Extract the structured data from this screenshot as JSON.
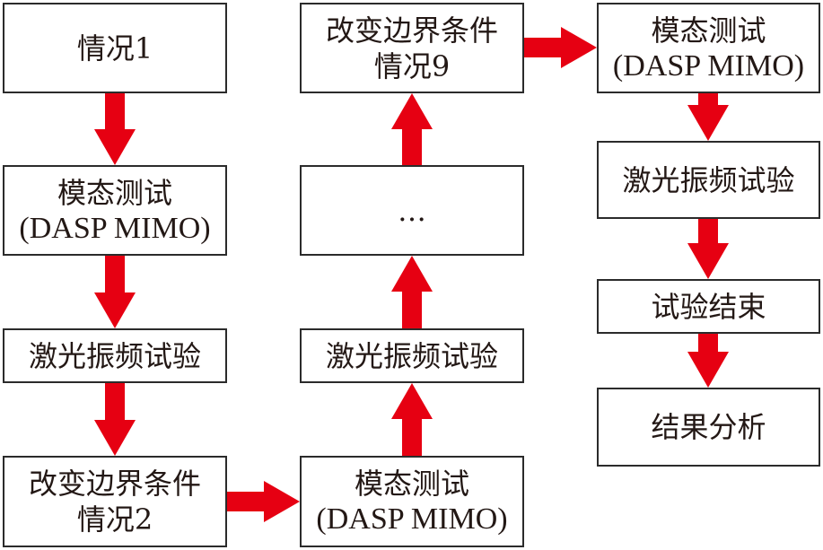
{
  "colors": {
    "arrow": "#e60012",
    "border": "#2b2b2b",
    "text": "#231815"
  },
  "column1": {
    "case1": {
      "line1": "情况1"
    },
    "modal_test": {
      "line1": "模态测试",
      "line2": "(DASP MIMO)"
    },
    "laser_vibration": {
      "line1": "激光振频试验"
    },
    "change_boundary": {
      "line1": "改变边界条件",
      "line2": "情况2"
    }
  },
  "column2": {
    "change_boundary": {
      "line1": "改变边界条件",
      "line2": "情况9"
    },
    "ellipsis": {
      "line1": "…"
    },
    "laser_vibration": {
      "line1": "激光振频试验"
    },
    "modal_test": {
      "line1": "模态测试",
      "line2": "(DASP MIMO)"
    }
  },
  "column3": {
    "modal_test": {
      "line1": "模态测试",
      "line2": "(DASP MIMO)"
    },
    "laser_vibration": {
      "line1": "激光振频试验"
    },
    "test_end": {
      "line1": "试验结束"
    },
    "result_analysis": {
      "line1": "结果分析"
    }
  },
  "arrows": [
    {
      "from": "column1.case1",
      "to": "column1.modal_test",
      "direction": "down"
    },
    {
      "from": "column1.modal_test",
      "to": "column1.laser_vibration",
      "direction": "down"
    },
    {
      "from": "column1.laser_vibration",
      "to": "column1.change_boundary",
      "direction": "down"
    },
    {
      "from": "column1.change_boundary",
      "to": "column2.modal_test",
      "direction": "right"
    },
    {
      "from": "column2.modal_test",
      "to": "column2.laser_vibration",
      "direction": "up"
    },
    {
      "from": "column2.laser_vibration",
      "to": "column2.ellipsis",
      "direction": "up"
    },
    {
      "from": "column2.ellipsis",
      "to": "column2.change_boundary",
      "direction": "up"
    },
    {
      "from": "column2.change_boundary",
      "to": "column3.modal_test",
      "direction": "right"
    },
    {
      "from": "column3.modal_test",
      "to": "column3.laser_vibration",
      "direction": "down"
    },
    {
      "from": "column3.laser_vibration",
      "to": "column3.test_end",
      "direction": "down"
    },
    {
      "from": "column3.test_end",
      "to": "column3.result_analysis",
      "direction": "down"
    }
  ]
}
